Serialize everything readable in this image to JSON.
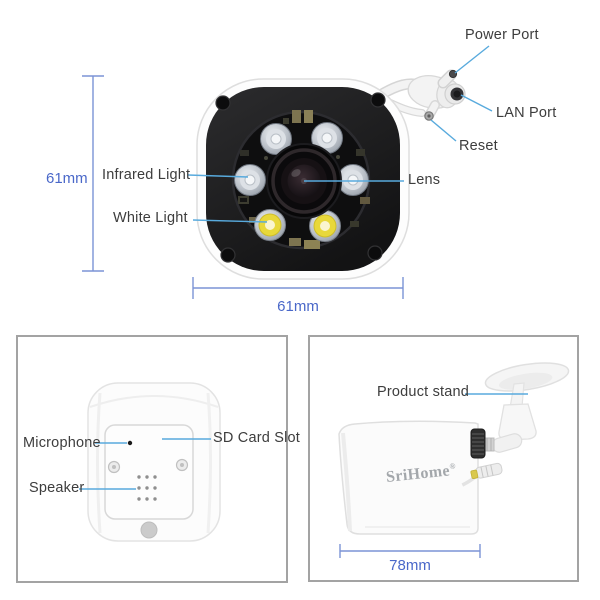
{
  "front_view": {
    "label_power_port": "Power Port",
    "label_lan_port": "LAN Port",
    "label_reset": "Reset",
    "label_lens": "Lens",
    "label_infrared": "Infrared Light",
    "label_white_light": "White Light",
    "dim_height": "61mm",
    "dim_width": "61mm"
  },
  "bottom_view": {
    "label_microphone": "Microphone",
    "label_sd_card": "SD Card Slot",
    "label_speaker": "Speaker"
  },
  "side_view": {
    "label_product_stand": "Product stand",
    "brand": "SriHome",
    "brand_reg": "®",
    "dim_width": "78mm"
  },
  "colors": {
    "leader_line": "#58aadd",
    "dimension_line": "#7b93d6",
    "dimension_text": "#4a68c9",
    "label_text": "#3d3d3d",
    "box_border": "#a3a3a3",
    "white_light_led": "#e8d83a",
    "camera_face": "#1c1c1e"
  }
}
